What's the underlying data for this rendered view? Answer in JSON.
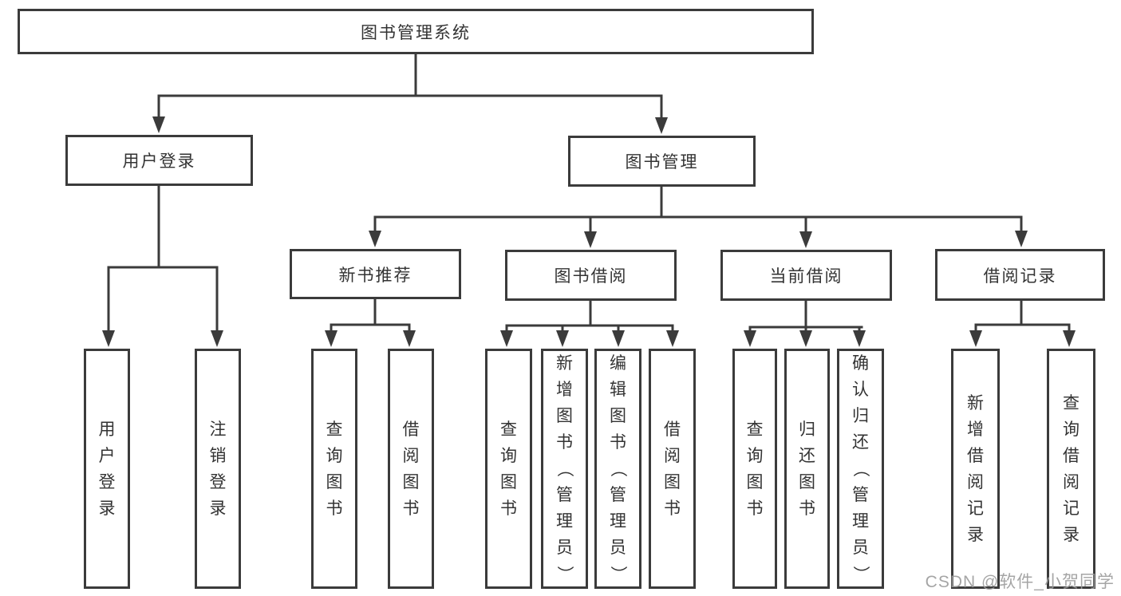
{
  "diagram": {
    "root": {
      "label": "图书管理系统"
    },
    "level2": {
      "login": {
        "label": "用户登录"
      },
      "book_mgmt": {
        "label": "图书管理"
      }
    },
    "level3": {
      "new_book": {
        "label": "新书推荐"
      },
      "book_borrow": {
        "label": "图书借阅"
      },
      "current_borrow": {
        "label": "当前借阅"
      },
      "borrow_records": {
        "label": "借阅记录"
      }
    },
    "leaves": {
      "user_login": "用户登录",
      "logout": "注销登录",
      "nb_query_book": "查询图书",
      "nb_borrow_book": "借阅图书",
      "bb_query_book": "查询图书",
      "bb_add_book": "新增图书（管理员）",
      "bb_edit_book": "编辑图书（管理员）",
      "bb_borrow_book": "借阅图书",
      "cb_query_book": "查询图书",
      "cb_return_book": "归还图书",
      "cb_confirm_return": "确认归还（管理员）",
      "br_add_record": "新增借阅记录",
      "br_query_record": "查询借阅记录"
    },
    "watermark": "CSDN @软件_小贺同学",
    "colors": {
      "line": "#3b3b3b",
      "text": "#333333",
      "watermark": "#9c9c9c",
      "background": "#ffffff"
    }
  }
}
